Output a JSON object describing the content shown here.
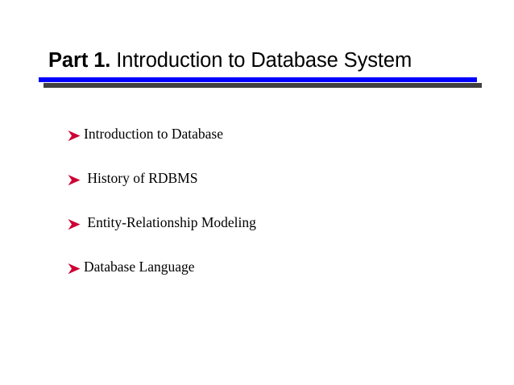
{
  "slide": {
    "title": {
      "emphasis": "Part 1.",
      "rest": " Introduction to Database System"
    },
    "divider": {
      "blue_color": "#0000ff",
      "shadow_color": "#404040"
    },
    "bullet_color": "#cc0033",
    "bullets": [
      {
        "marker": "arrowhead-bullet-icon",
        "label": "Introduction to Database"
      },
      {
        "marker": "arrowhead-bullet-icon",
        "label": " History of RDBMS"
      },
      {
        "marker": "arrowhead-bullet-icon",
        "label": " Entity-Relationship Modeling"
      },
      {
        "marker": "arrowhead-bullet-icon",
        "label": "Database Language"
      }
    ]
  }
}
